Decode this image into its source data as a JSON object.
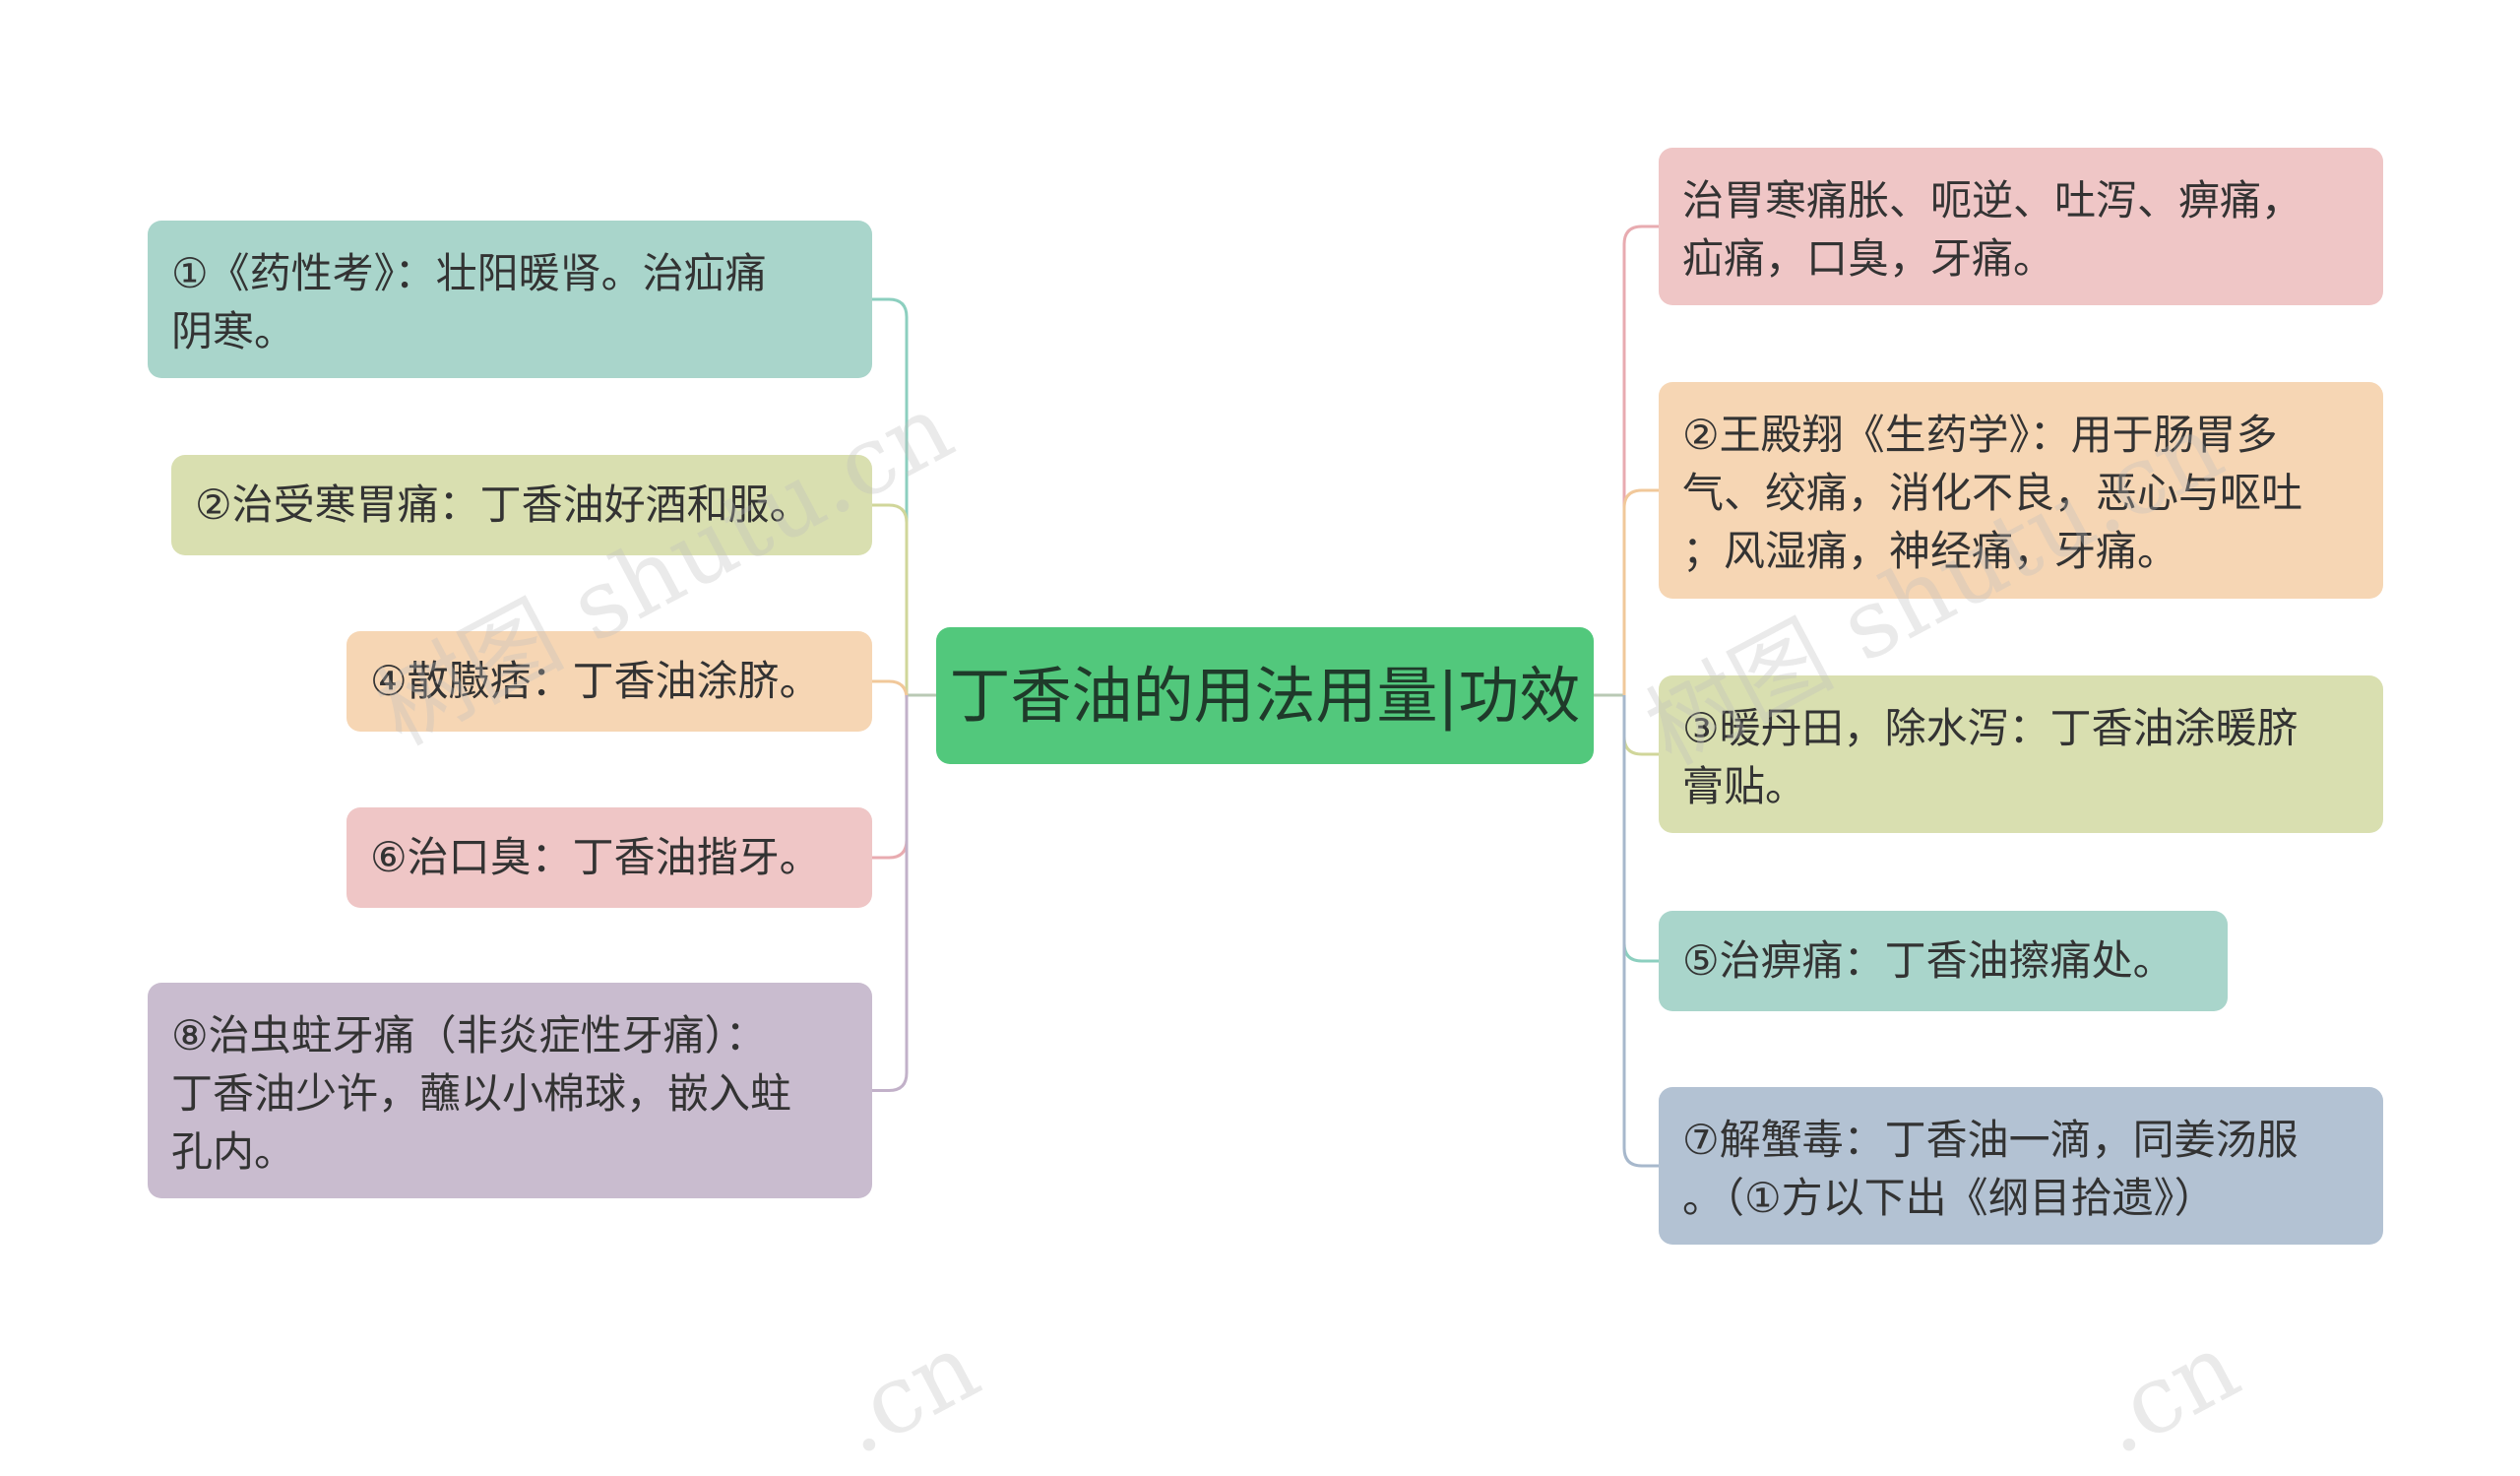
{
  "center": {
    "text": "丁香油的用法用量|功效",
    "color": "#52c87c"
  },
  "left_nodes": [
    {
      "text": "①《药性考》：壮阳暖肾。治疝痛\n阴寒。",
      "color": "#a9d5cb",
      "line": "#8ccfbf"
    },
    {
      "text": "②治受寒胃痛：丁香油好酒和服。",
      "color": "#d9dfb0",
      "line": "#d0d69a"
    },
    {
      "text": "④散臌痞：丁香油涂脐。",
      "color": "#f6d6b4",
      "line": "#f1c89a"
    },
    {
      "text": "⑥治口臭：丁香油揩牙。",
      "color": "#efc6c6",
      "line": "#e8abb0"
    },
    {
      "text": "⑧治虫蛀牙痛（非炎症性牙痛）：\n丁香油少许，蘸以小棉球，嵌入蛀\n孔内。",
      "color": "#c9bccf",
      "line": "#c2b1c9"
    }
  ],
  "right_nodes": [
    {
      "text": "治胃寒痛胀、呃逆、吐泻、痹痛，\n疝痛，口臭，牙痛。",
      "color": "#efc6c6",
      "line": "#e8abb0"
    },
    {
      "text": "②王殿翔《生药学》：用于肠胃多\n气、绞痛，消化不良，恶心与呕吐\n；风湿痛，神经痛，牙痛。",
      "color": "#f6d6b4",
      "line": "#f1c89a"
    },
    {
      "text": "③暖丹田，除水泻：丁香油涂暖脐\n膏贴。",
      "color": "#d9dfb0",
      "line": "#d0d69a"
    },
    {
      "text": "⑤治痹痛：丁香油擦痛处。",
      "color": "#a9d5cb",
      "line": "#8ccfbf"
    },
    {
      "text": "⑦解蟹毒：丁香油一滴，同姜汤服\n。（①方以下出《纲目拾遗》）",
      "color": "#b3c2d3",
      "line": "#a7b8cc"
    }
  ],
  "watermarks": [
    "树图 shutu.cn",
    "树图 shutu.cn",
    ".cn",
    ".cn"
  ]
}
